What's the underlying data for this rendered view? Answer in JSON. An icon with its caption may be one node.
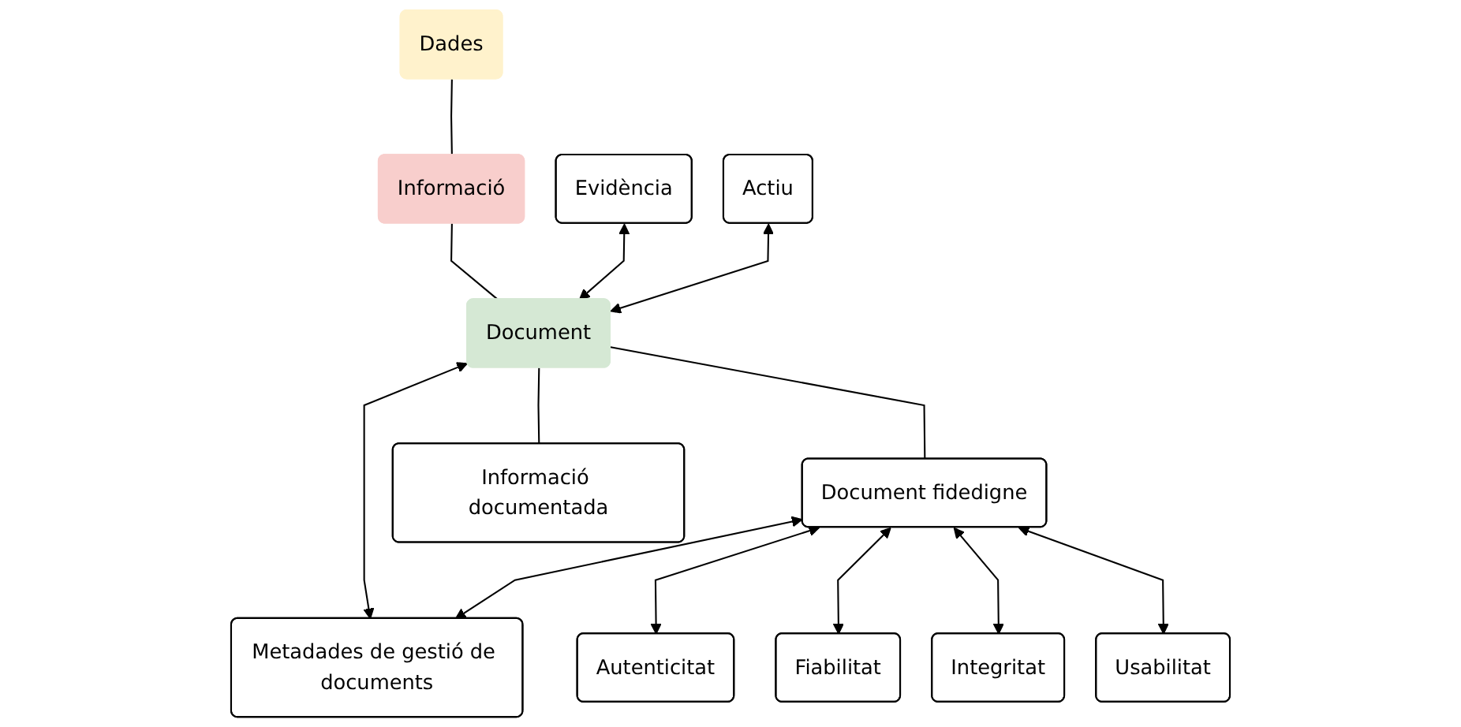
{
  "diagram": {
    "nodes": [
      {
        "text": [
          "Dades"
        ]
      },
      {
        "text": [
          "Informació"
        ]
      },
      {
        "text": [
          "Evidència"
        ]
      },
      {
        "text": [
          "Actiu"
        ]
      },
      {
        "text": [
          "Document"
        ]
      },
      {
        "text": [
          "Document fidedigne"
        ]
      },
      {
        "text": [
          "Metadades de gestió de documents"
        ]
      },
      {
        "text": [
          "Informació documentada"
        ]
      },
      {
        "text": [
          "Autenticitat"
        ]
      },
      {
        "text": [
          "Fiabilitat"
        ]
      },
      {
        "text": [
          "Integritat"
        ]
      },
      {
        "text": [
          "Usabilitat"
        ]
      }
    ],
    "edges": [
      {
        "from": 0,
        "to": 1,
        "arrow": "none"
      },
      {
        "from": 1,
        "to": 4,
        "arrow": "none"
      },
      {
        "from": 2,
        "to": 4,
        "arrow": "both"
      },
      {
        "from": 3,
        "to": 4,
        "arrow": "both"
      },
      {
        "from": 4,
        "to": 7,
        "arrow": "none"
      },
      {
        "from": 4,
        "to": 5,
        "arrow": "none"
      },
      {
        "from": 4,
        "to": 6,
        "arrow": "both"
      },
      {
        "from": 5,
        "to": 6,
        "arrow": "both"
      },
      {
        "from": 5,
        "to": 8,
        "arrow": "both"
      },
      {
        "from": 5,
        "to": 9,
        "arrow": "both"
      },
      {
        "from": 5,
        "to": 10,
        "arrow": "both"
      },
      {
        "from": 5,
        "to": 11,
        "arrow": "both"
      }
    ]
  }
}
